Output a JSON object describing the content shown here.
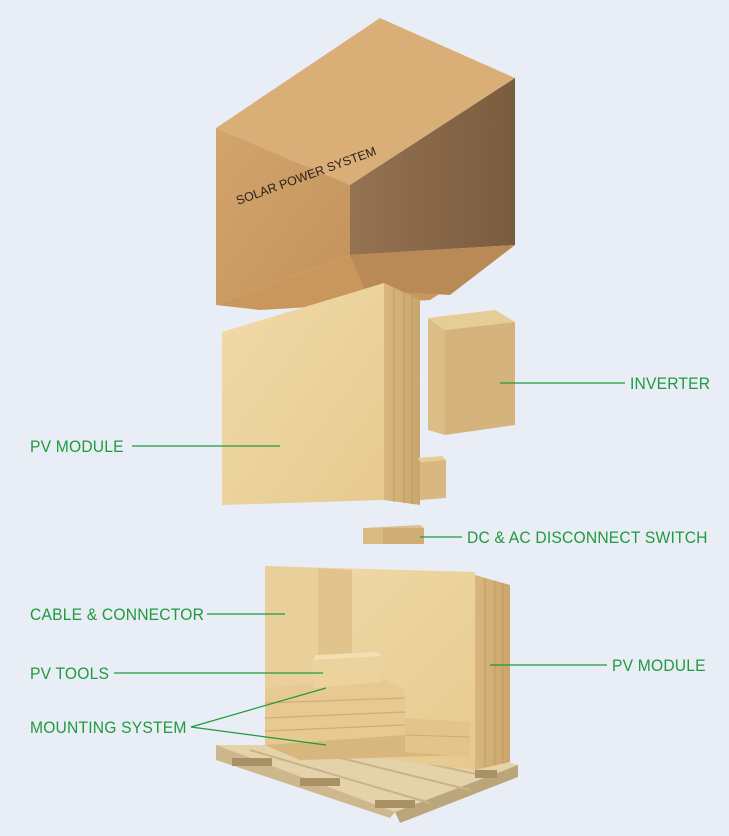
{
  "box_print": "SOLAR POWER SYSTEM",
  "labels": {
    "inverter": "INVERTER",
    "pv_module_top": "PV MODULE",
    "dc_ac_switch": "DC & AC DISCONNECT SWITCH",
    "cable_connector": "CABLE & CONNECTOR",
    "pv_module_bottom": "PV MODULE",
    "pv_tools": "PV TOOLS",
    "mounting_system": "MOUNTING SYSTEM"
  },
  "colors": {
    "background": "#e9edf6",
    "label_green": "#1f9a3c",
    "carton_front": "#c99a63",
    "carton_side": "#8a6a48",
    "panel_face": "#ecd39f",
    "pallet": "#e2cfa6"
  }
}
